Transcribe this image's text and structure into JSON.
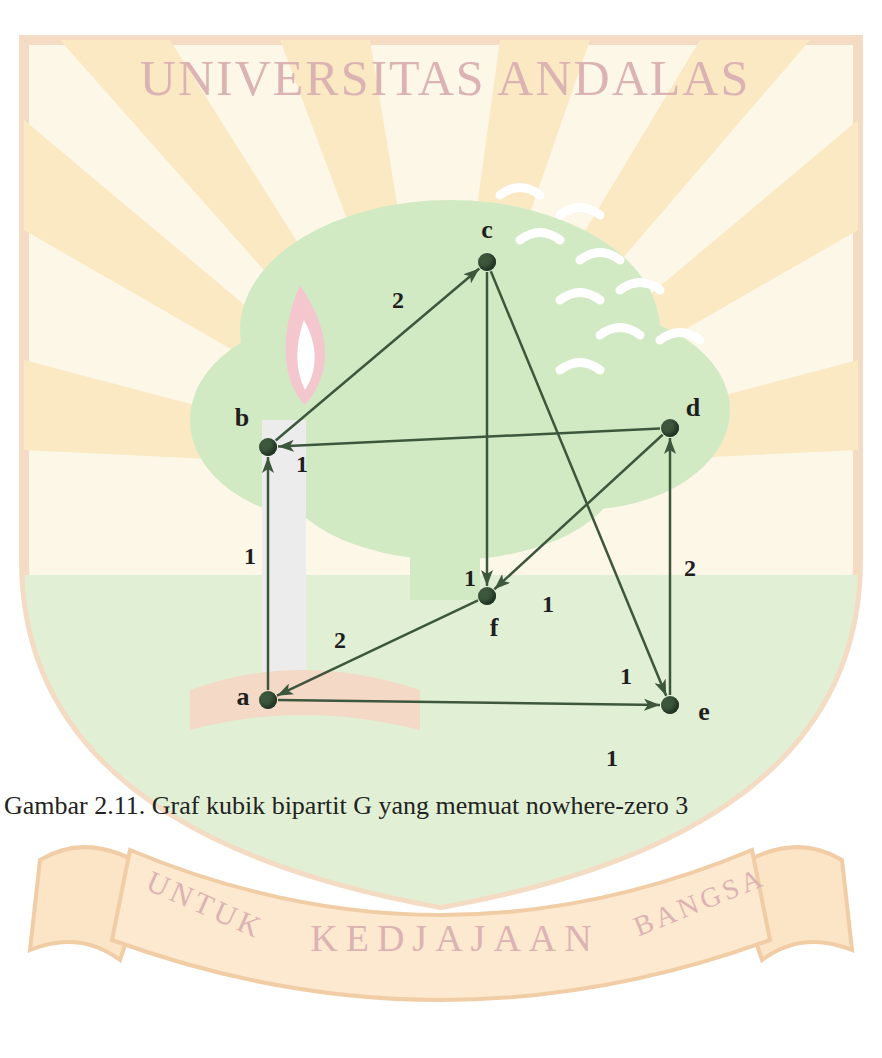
{
  "diagram": {
    "caption": "Gambar 2.11. Graf kubik bipartit G yang memuat nowhere-zero 3",
    "nodes": [
      {
        "text": [
          "c"
        ]
      },
      {
        "text": [
          "b"
        ]
      },
      {
        "text": [
          "d"
        ]
      },
      {
        "text": [
          "f"
        ]
      },
      {
        "text": [
          "a"
        ]
      },
      {
        "text": [
          "e"
        ]
      }
    ],
    "edges": [
      {
        "from": 1,
        "to": 0,
        "arrow": "to",
        "label": "2"
      },
      {
        "from": 2,
        "to": 1,
        "arrow": "to",
        "label": "1"
      },
      {
        "from": 4,
        "to": 1,
        "arrow": "to",
        "label": "1"
      },
      {
        "from": 0,
        "to": 3,
        "arrow": "to",
        "label": "1"
      },
      {
        "from": 2,
        "to": 3,
        "arrow": "to",
        "label": "1"
      },
      {
        "from": 0,
        "to": 5,
        "arrow": "to",
        "label": "1"
      },
      {
        "from": 3,
        "to": 4,
        "arrow": "to",
        "label": "2"
      },
      {
        "from": 4,
        "to": 5,
        "arrow": "to",
        "label": "1"
      },
      {
        "from": 5,
        "to": 2,
        "arrow": "to",
        "label": "2"
      }
    ],
    "labels": [
      "UNIVERSITAS ANDALAS",
      "UNTUK",
      "KEDJAJAAN",
      "BANGSA"
    ]
  }
}
